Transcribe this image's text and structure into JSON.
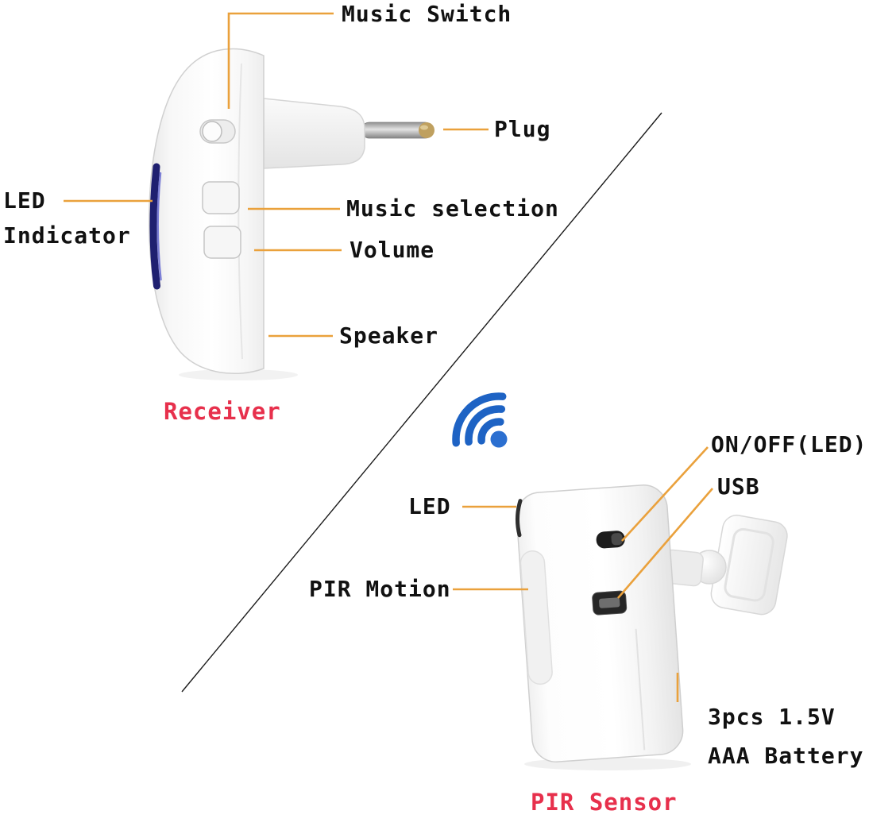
{
  "image_type": "product-annotation-diagram",
  "colors": {
    "background": "#ffffff",
    "callout_line": "#eaa13c",
    "label_text": "#111111",
    "section_label_red": "#e7304c",
    "led_window_navy": "#1f2070",
    "wifi_blue": "#2b6fd0",
    "divider_line": "#1a1a1a"
  },
  "receiver": {
    "section_label": "Receiver",
    "callouts": {
      "music_switch": "Music Switch",
      "plug": "Plug",
      "led_indicator_line1": "LED",
      "led_indicator_line2": "Indicator",
      "music_selection": "Music selection",
      "volume": "Volume",
      "speaker": "Speaker"
    }
  },
  "sensor": {
    "section_label": "PIR Sensor",
    "callouts": {
      "on_off": "ON/OFF(LED)",
      "usb": "USB",
      "led": "LED",
      "pir_motion": "PIR Motion",
      "battery_line1": "3pcs 1.5V",
      "battery_line2": "AAA Battery"
    }
  },
  "icons": {
    "wifi": "wifi-signal-icon"
  }
}
